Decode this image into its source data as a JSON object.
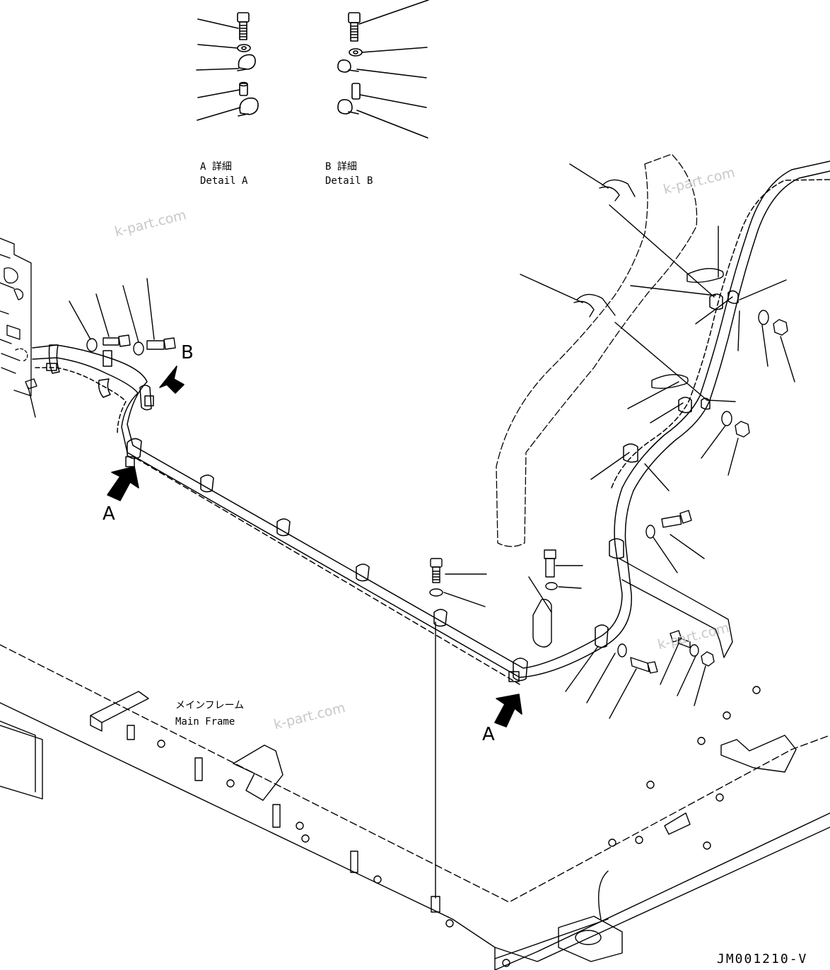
{
  "detail_a": {
    "jp": "A 詳細",
    "en": "Detail A"
  },
  "detail_b": {
    "jp": "B 詳細",
    "en": "Detail B"
  },
  "main_frame": {
    "jp": "メインフレーム",
    "en": "Main Frame"
  },
  "view_letters": {
    "a1": "A",
    "a2": "A",
    "b": "B"
  },
  "watermarks": [
    "k-part.com",
    "k-part.com",
    "k-part.com",
    "k-part.com"
  ],
  "drawing_code": "JM001210-V",
  "icons": {
    "arrow": "view-arrow-icon",
    "bolt": "bolt-icon",
    "washer": "washer-icon",
    "clamp": "clamp-icon",
    "nut": "nut-icon"
  }
}
